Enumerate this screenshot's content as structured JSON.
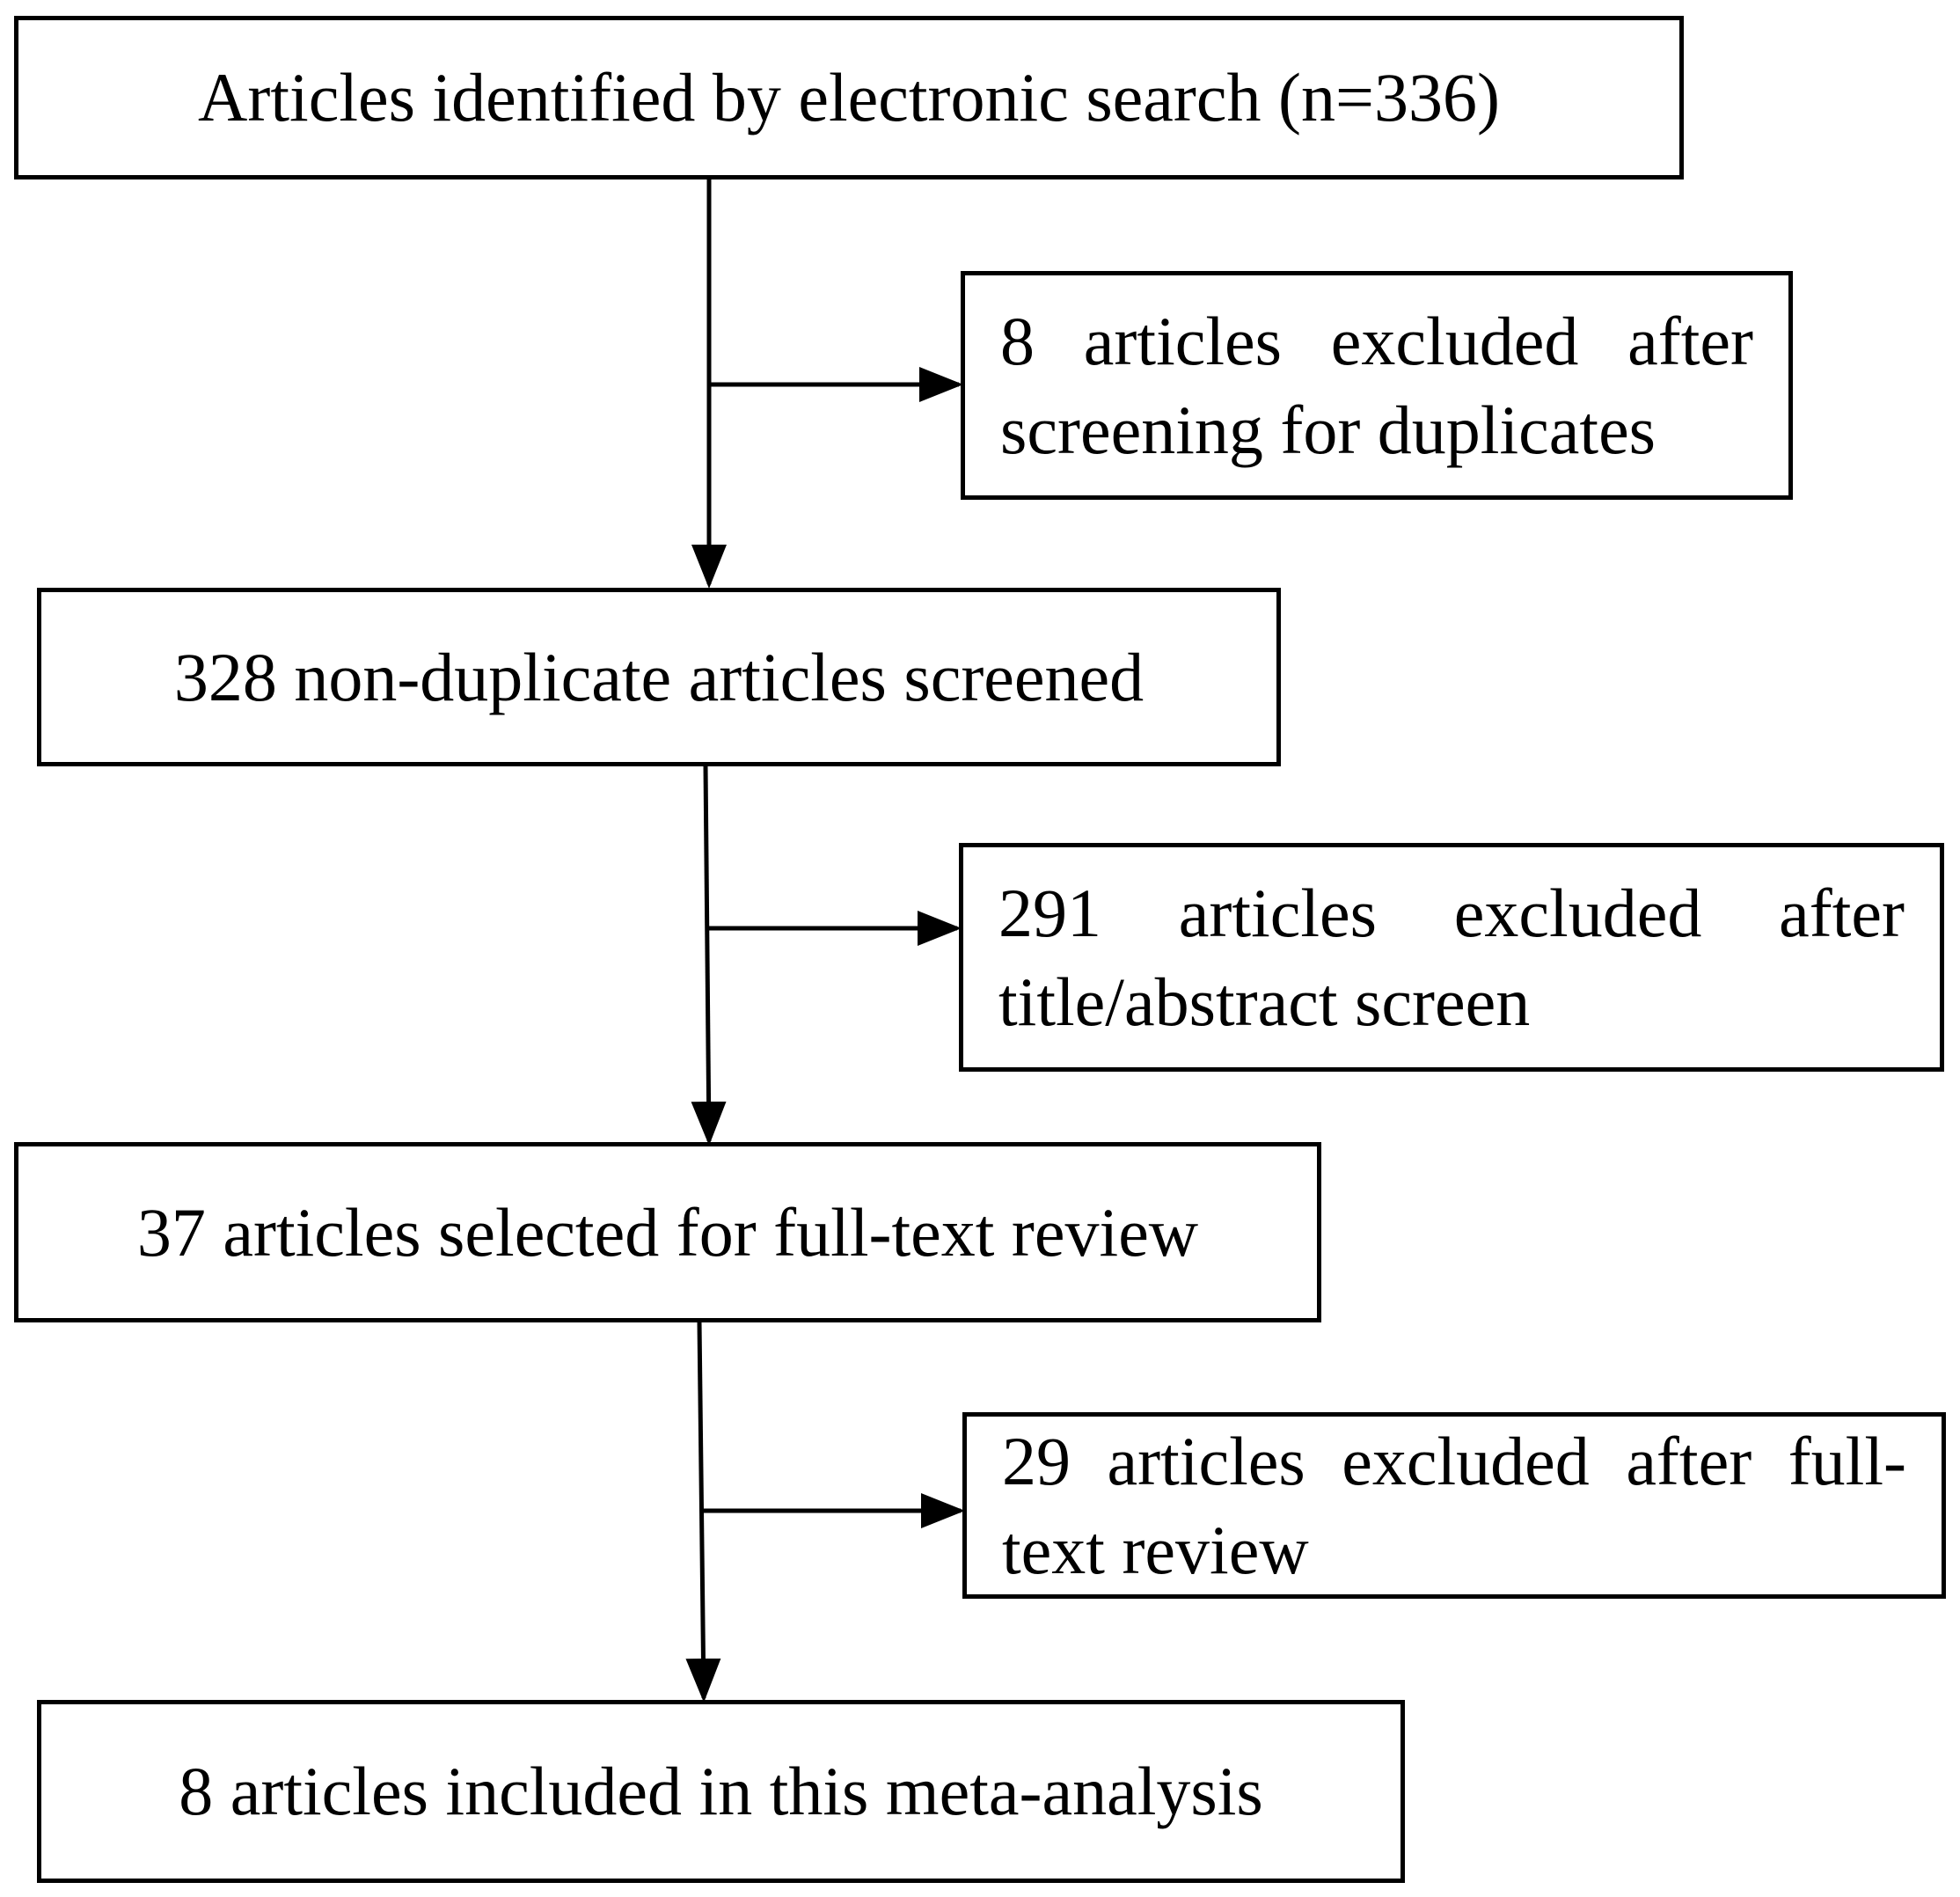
{
  "flowchart": {
    "steps": [
      {
        "id": "identified",
        "text": "Articles identified by electronic search (n=336)"
      },
      {
        "id": "screened",
        "text": "328 non-duplicate articles screened"
      },
      {
        "id": "fulltext",
        "text": "37 articles selected for full-text review"
      },
      {
        "id": "included",
        "text": "8 articles included in this meta-analysis"
      }
    ],
    "exclusions": [
      {
        "id": "duplicates",
        "text": "8 articles excluded after screening for duplicates"
      },
      {
        "id": "title-abstract",
        "text": "291 articles excluded after title/abstract screen"
      },
      {
        "id": "full-text",
        "text": "29 articles excluded after full-text review"
      }
    ]
  },
  "colors": {
    "stroke": "#000000",
    "background": "#ffffff"
  }
}
